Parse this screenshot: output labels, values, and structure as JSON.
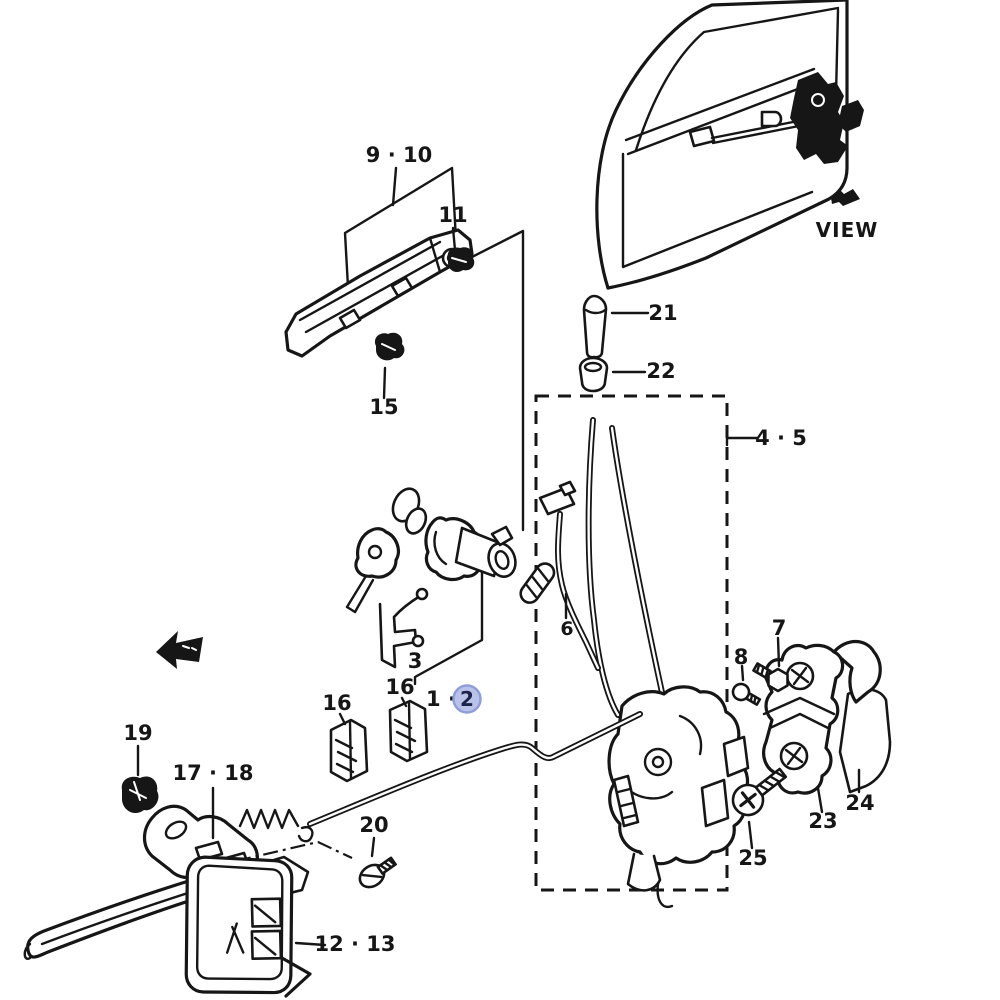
{
  "diagram": {
    "kind": "door lock and handle exploded parts diagram",
    "view_label": "VIEW"
  },
  "labels": {
    "part_9_10": "9 · 10",
    "part_11": "11",
    "part_15": "15",
    "part_21": "21",
    "part_22": "22",
    "part_4_5": "4 · 5",
    "view": "VIEW",
    "part_3": "3",
    "part_16_left": "16",
    "part_16_right": "16",
    "part_1": "1 ·",
    "part_2": "2",
    "part_19": "19",
    "part_17_18": "17 · 18",
    "part_20": "20",
    "part_12_13": "12 · 13",
    "part_6": "6",
    "part_7": "7",
    "part_8": "8",
    "part_23": "23",
    "part_24": "24",
    "part_25": "25"
  },
  "colors": {
    "line": "#161616",
    "background": "#ffffff",
    "highlight_fill": "#b9c3ea",
    "highlight_ring": "#8e9ed9",
    "highlight_text": "#1b2347"
  }
}
